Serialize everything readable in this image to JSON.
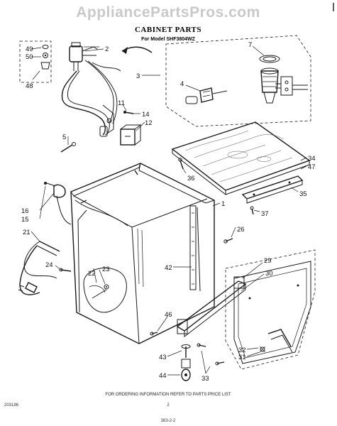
{
  "watermark": "AppliancePartsPros.com",
  "title": "CABINET PARTS",
  "subtitle": "For Model SHF3804WZ",
  "callouts": [
    {
      "id": "c49",
      "text": "49"
    },
    {
      "id": "c50",
      "text": "50"
    },
    {
      "id": "c48",
      "text": "48"
    },
    {
      "id": "c2",
      "text": "2"
    },
    {
      "id": "c3",
      "text": "3"
    },
    {
      "id": "c4",
      "text": "4"
    },
    {
      "id": "c7",
      "text": "7"
    },
    {
      "id": "c11",
      "text": "11"
    },
    {
      "id": "c14",
      "text": "14"
    },
    {
      "id": "c12",
      "text": "12"
    },
    {
      "id": "c5",
      "text": "5"
    },
    {
      "id": "c34",
      "text": "34"
    },
    {
      "id": "c47",
      "text": "47"
    },
    {
      "id": "c36",
      "text": "36"
    },
    {
      "id": "c35",
      "text": "35"
    },
    {
      "id": "c16",
      "text": "16"
    },
    {
      "id": "c15",
      "text": "15"
    },
    {
      "id": "c1",
      "text": "1"
    },
    {
      "id": "c37",
      "text": "37"
    },
    {
      "id": "c21",
      "text": "21"
    },
    {
      "id": "c26",
      "text": "26"
    },
    {
      "id": "c24",
      "text": "24"
    },
    {
      "id": "c42",
      "text": "42"
    },
    {
      "id": "c29",
      "text": "29"
    },
    {
      "id": "c22",
      "text": "22"
    },
    {
      "id": "c23",
      "text": "23"
    },
    {
      "id": "c30",
      "text": "30"
    },
    {
      "id": "c46",
      "text": "46"
    },
    {
      "id": "c43",
      "text": "43"
    },
    {
      "id": "c32",
      "text": "32"
    },
    {
      "id": "c31",
      "text": "31"
    },
    {
      "id": "c44",
      "text": "44"
    },
    {
      "id": "c33",
      "text": "33"
    }
  ],
  "footer": {
    "ordering_note": "FOR ORDERING INFORMATION REFER TO PARTS PRICE LIST",
    "code_left": "203186",
    "page_number": "2",
    "bottom_code": "363-2-2"
  }
}
